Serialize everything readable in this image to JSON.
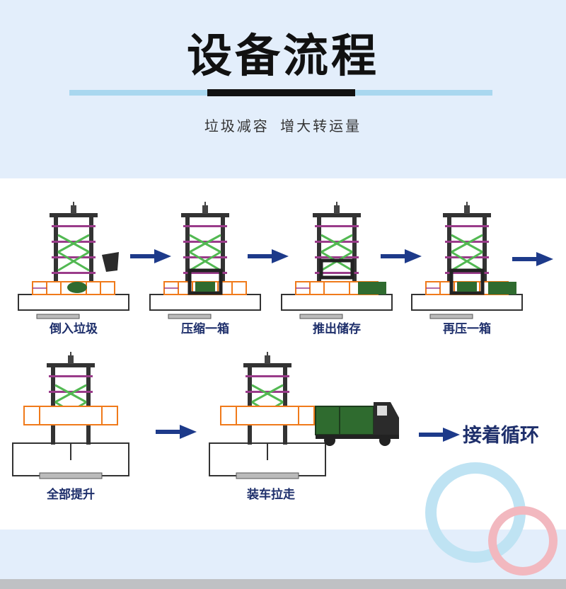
{
  "header": {
    "title": "设备流程",
    "subtitle": "垃圾减容 增大转运量"
  },
  "steps": [
    {
      "label": "倒入垃圾"
    },
    {
      "label": "压缩一箱"
    },
    {
      "label": "推出储存"
    },
    {
      "label": "再压一箱"
    },
    {
      "label": "全部提升"
    },
    {
      "label": "装车拉走"
    }
  ],
  "final_label": "接着循环",
  "colors": {
    "frame": "#9a3b8a",
    "brace": "#52b852",
    "bin": "#f07a1a",
    "arrow": "#1d3a8a",
    "waste": "#2f6b2f",
    "ring_blue": "#bfe3f3",
    "ring_pink": "#f2b8bf"
  }
}
